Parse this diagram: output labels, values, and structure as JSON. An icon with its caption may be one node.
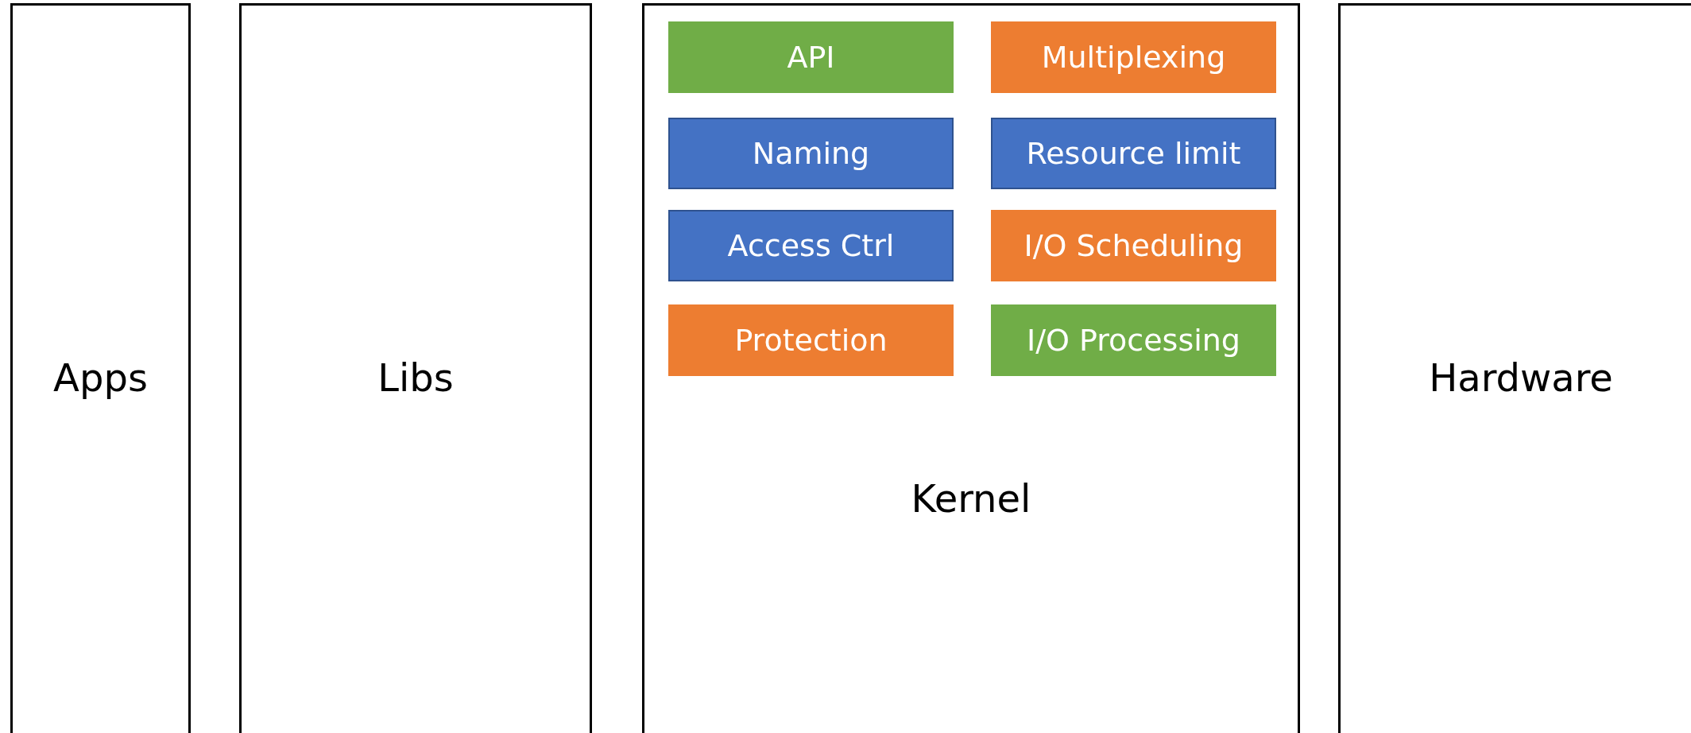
{
  "diagram": {
    "nodes": [
      {
        "text": [
          "Apps"
        ]
      },
      {
        "text": [
          "Libs"
        ]
      },
      {
        "text": [
          "Kernel"
        ]
      },
      {
        "text": [
          "API"
        ],
        "in": 2
      },
      {
        "text": [
          "Multiplexing"
        ],
        "in": 2
      },
      {
        "text": [
          "Naming"
        ],
        "in": 2
      },
      {
        "text": [
          "Resource limit"
        ],
        "in": 2
      },
      {
        "text": [
          "Access Ctrl"
        ],
        "in": 2
      },
      {
        "text": [
          "I/O Scheduling"
        ],
        "in": 2
      },
      {
        "text": [
          "Protection"
        ],
        "in": 2
      },
      {
        "text": [
          "I/O Processing"
        ],
        "in": 2
      },
      {
        "text": [
          "Hardware"
        ]
      }
    ]
  }
}
